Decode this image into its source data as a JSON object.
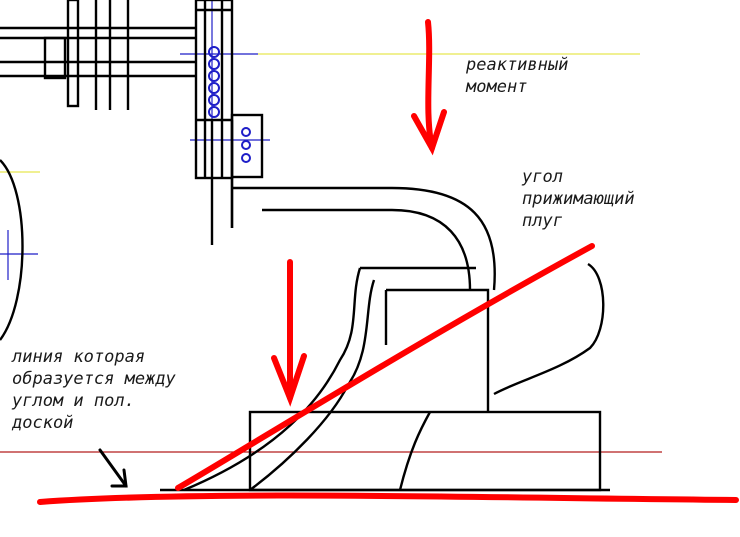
{
  "labels": {
    "reactive_moment": "реактивный\nмомент",
    "plough_angle": "угол\nприжимающий\nплуг",
    "line_between": "линия которая\nобразуется между\nуглом и пол.\nдоской"
  },
  "colors": {
    "drawing": "#000000",
    "construction_blue": "#1e1ec8",
    "construction_yellow": "#e6e650",
    "construction_red": "#b41e1e",
    "annotation_red": "#ff0000",
    "text": "#1a1a1a"
  }
}
